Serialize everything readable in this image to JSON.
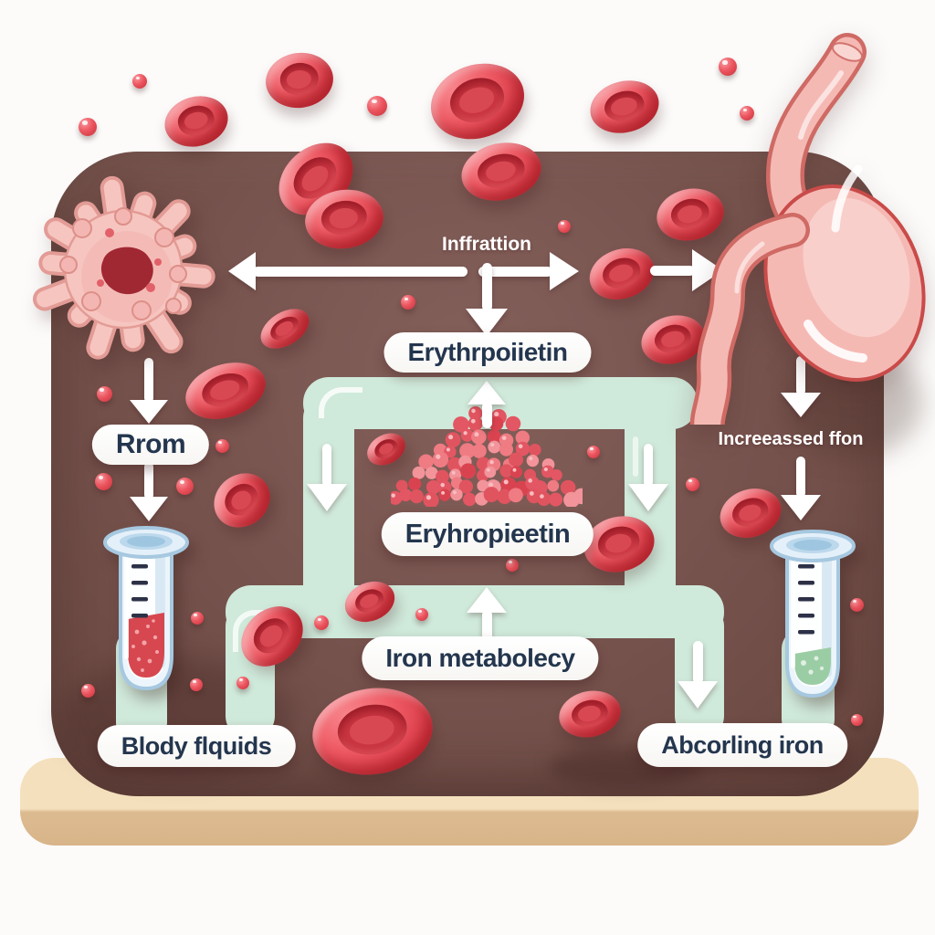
{
  "scene": {
    "background": "#fcfbfa",
    "board_color": "#78544f",
    "board_base_top": "#f4e0bd",
    "board_base_bottom": "#d8b489",
    "pathway_color": "#cfe9da",
    "red_cell_color": "#ee5a64",
    "pill_background": "#ffffff",
    "pill_text_color": "#24364e",
    "overlay_text_color": "#ffffff"
  },
  "labels": {
    "infiltration": "Inffrattion",
    "erythropoietin_top": "Erythrpoiietin",
    "erythropoietin_mid": "Eryhropieetin",
    "iron_metabolism": "Iron metabolecy",
    "from": "Rrom",
    "increased_iron": "Increeassed ffon",
    "body_fluids": "Blody flquids",
    "absorbing_iron": "Abcorling iron"
  },
  "illustrations": {
    "spiky_cell": "dendritic-cell-illustration",
    "stomach": "stomach-illustration",
    "left_test_tube": "blood-sample-test-tube",
    "right_test_tube": "iron-sample-test-tube",
    "iron_pile": "iron-granule-pile",
    "red_cells": "red-blood-cells",
    "pathway": "mint-flow-pathway"
  }
}
